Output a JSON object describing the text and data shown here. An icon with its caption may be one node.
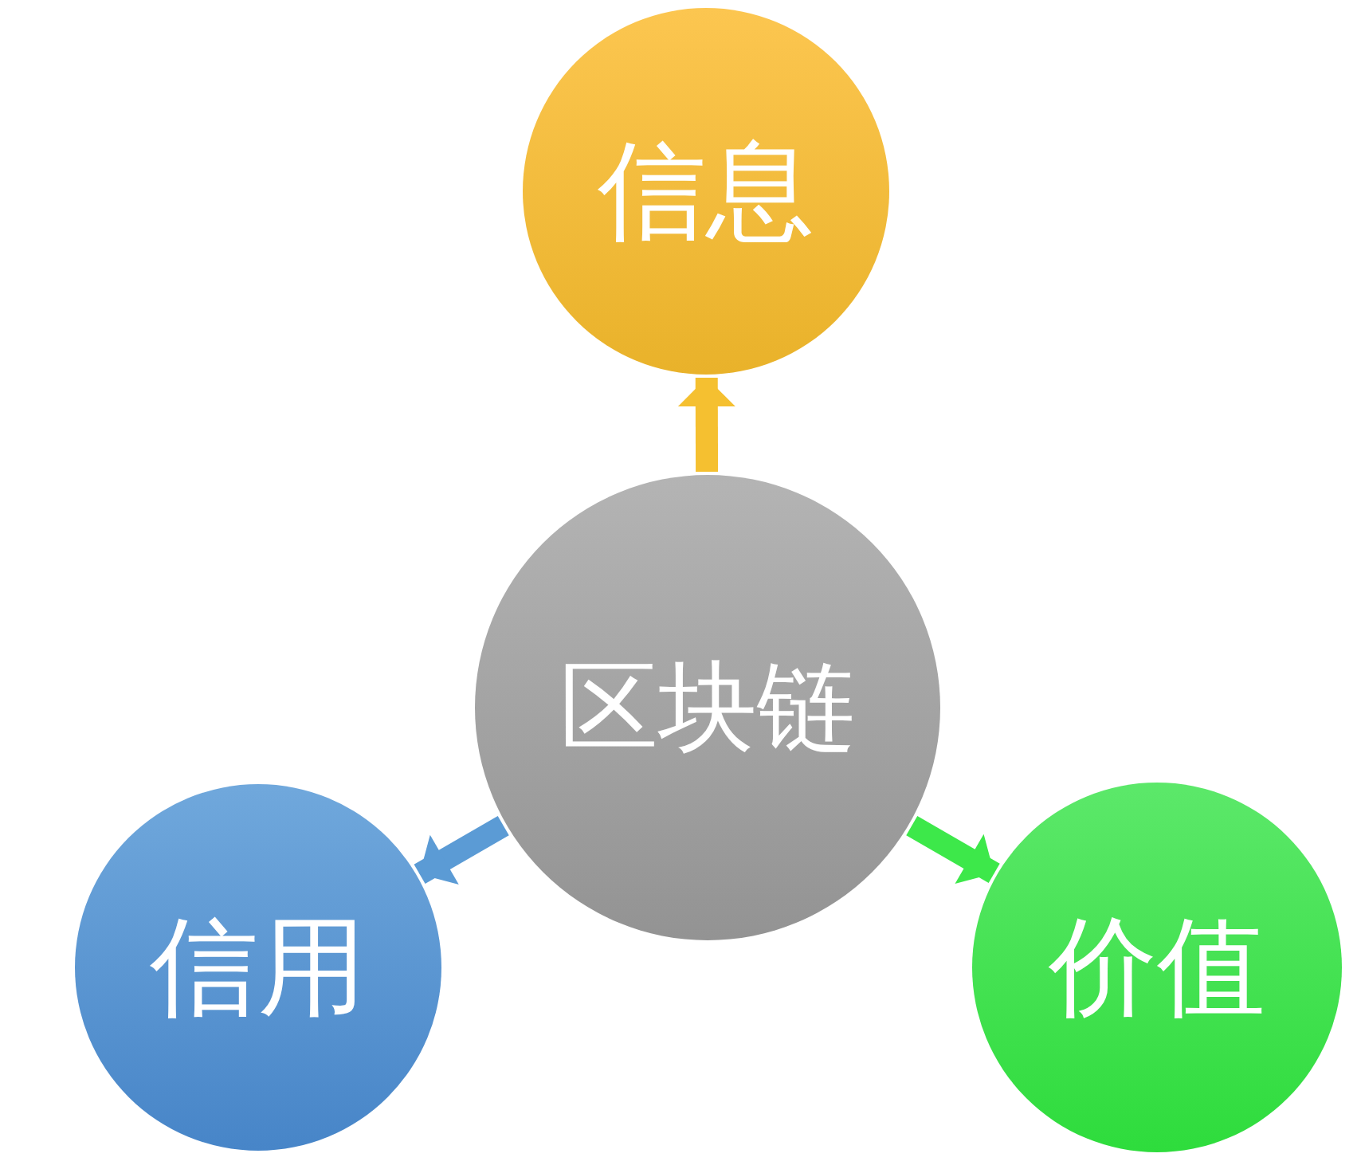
{
  "diagram": {
    "nodes": [
      {
        "text": [
          "区块链"
        ]
      },
      {
        "text": [
          "信息"
        ]
      },
      {
        "text": [
          "信用"
        ]
      },
      {
        "text": [
          "价值"
        ]
      }
    ],
    "edges": [
      {
        "from": 0,
        "to": 1,
        "arrow": "to",
        "color": "#f5c030"
      },
      {
        "from": 0,
        "to": 2,
        "arrow": "to",
        "color": "#5b9bd5"
      },
      {
        "from": 0,
        "to": 3,
        "arrow": "to",
        "color": "#3de84a"
      }
    ]
  }
}
